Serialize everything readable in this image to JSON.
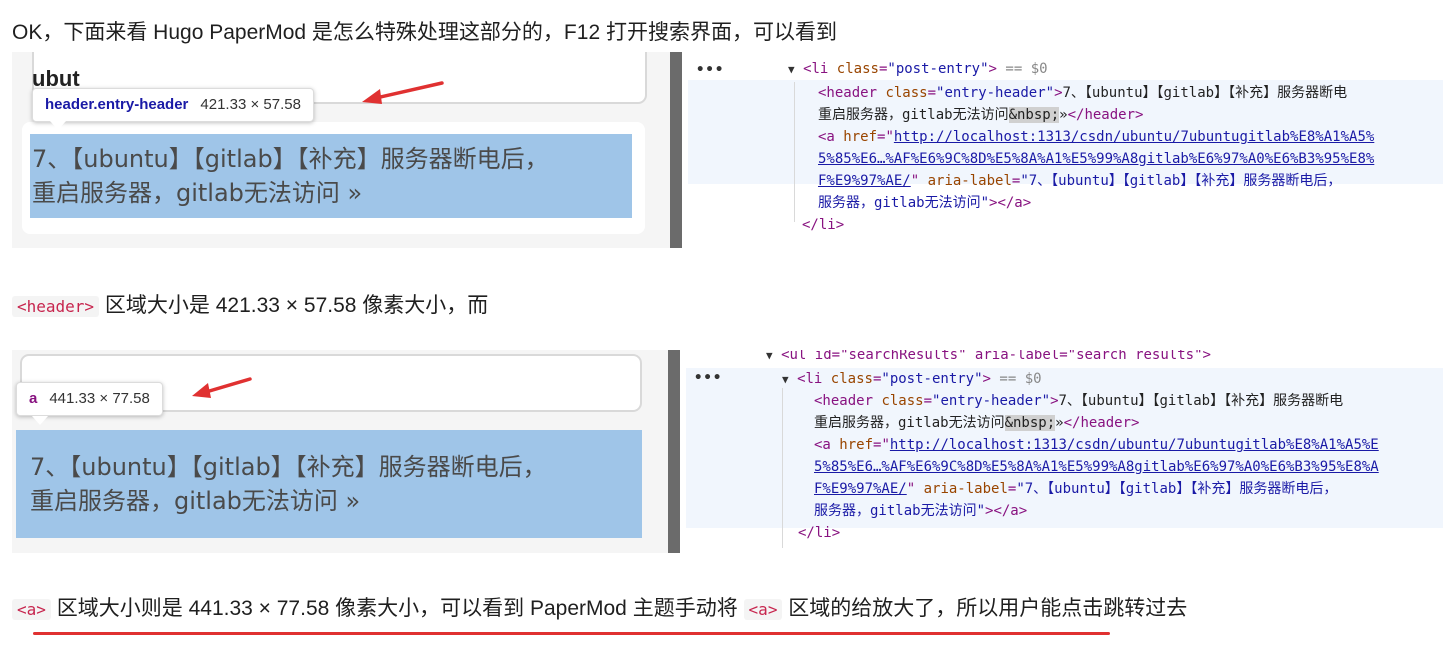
{
  "intro": {
    "text": "OK，下面来看 Hugo PaperMod 是怎么特殊处理这部分的，F12 打开搜索界面，可以看到"
  },
  "shot1": {
    "card_top_text": "ubut",
    "tooltip": {
      "name": "header.entry-header",
      "dims": "421.33 × 57.58"
    },
    "highlight_lines": [
      "7、【ubuntu】【gitlab】【补充】服务器断电后，",
      "重启服务器，gitlab无法访问 »"
    ],
    "devtools": {
      "dots": "•••",
      "li_open_tag": "<li",
      "li_attr": "class",
      "li_val": "\"post-entry\"",
      "li_suffix": "== $0",
      "header_tag": "<header",
      "header_attr": "class",
      "header_val": "\"entry-header\"",
      "header_text_1": "7、【ubuntu】【gitlab】【补充】服务器断电",
      "header_text_2": "重启服务器，gitlab无法访问",
      "nbsp": "&nbsp;",
      "header_close_text": "»",
      "header_close": "</header>",
      "a_tag": "<a",
      "href_attr": "href",
      "href_1": "http://localhost:1313/csdn/ubuntu/7ubuntugitlab%E8%A1%A5%",
      "href_2": "5%85%E6…%AF%E6%9C%8D%E5%8A%A1%E5%99%A8gitlab%E6%97%A0%E6%B3%95%E8%",
      "href_3": "F%E9%97%AE/",
      "aria_attr": "aria-label",
      "aria_val_1": "\"7、【ubuntu】【gitlab】【补充】服务器断电后，",
      "aria_val_2": "服务器，gitlab无法访问\"",
      "a_close": "></a>",
      "li_close": "</li>"
    }
  },
  "para2": {
    "tag": "<header>",
    "text": "区域大小是 421.33 × 57.58 像素大小，而"
  },
  "shot2": {
    "tooltip": {
      "name": "a",
      "dims": "441.33 × 77.58"
    },
    "highlight_lines": [
      "7、【ubuntu】【gitlab】【补充】服务器断电后，",
      "重启服务器，gitlab无法访问 »"
    ],
    "devtools": {
      "dots": "•••",
      "ul_line": "<ul id=\"searchResults\" aria-label=\"search results\">",
      "li_open_tag": "<li",
      "li_attr": "class",
      "li_val": "\"post-entry\"",
      "li_suffix": "== $0",
      "header_tag": "<header",
      "header_attr": "class",
      "header_val": "\"entry-header\"",
      "header_text_1": "7、【ubuntu】【gitlab】【补充】服务器断电",
      "header_text_2": "重启服务器，gitlab无法访问",
      "nbsp": "&nbsp;",
      "header_close_text": "»",
      "header_close": "</header>",
      "a_tag": "<a",
      "href_attr": "href",
      "href_1": "http://localhost:1313/csdn/ubuntu/7ubuntugitlab%E8%A1%A5%E",
      "href_2": "5%85%E6…%AF%E6%9C%8D%E5%8A%A1%E5%99%A8gitlab%E6%97%A0%E6%B3%95%E8%A",
      "href_3": "F%E9%97%AE/",
      "aria_attr": "aria-label",
      "aria_val_1": "\"7、【ubuntu】【gitlab】【补充】服务器断电后，",
      "aria_val_2": "服务器，gitlab无法访问\"",
      "a_close": "></a>",
      "li_close": "</li>"
    }
  },
  "para3": {
    "tag": "<a>",
    "text_1": "区域大小则是 441.33 × 77.58 像素大小，可以看到 PaperMod 主题手动将",
    "text_2": "区域的给放大了，所以用户能点击跳转过去"
  },
  "colors": {
    "highlight": "#9fc5e8",
    "arrow": "#e03131",
    "underline": "#e03131",
    "code_tag": "#c7254e"
  },
  "icons": {
    "arrow": "red-arrow-icon",
    "collapse": "triangle-down-icon"
  }
}
